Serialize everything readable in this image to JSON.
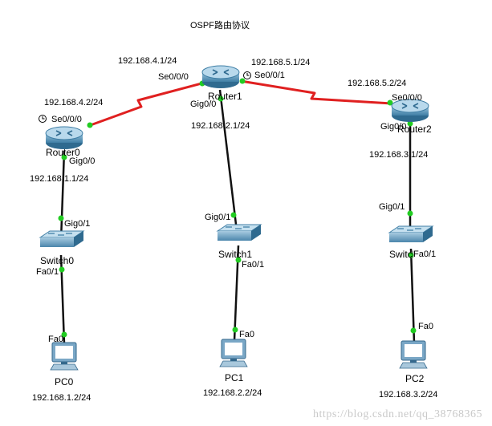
{
  "title": "OSPF路由协议",
  "watermark": "https://blog.csdn.net/qq_38768365",
  "colors": {
    "serial_link": "#e02020",
    "ethernet_link": "#111111",
    "port_up": "#22cc22",
    "router_body": "#4a8bb0",
    "switch_body": "#5b93b8"
  },
  "devices": {
    "router0": {
      "name": "Router0",
      "icon": "router-icon"
    },
    "router1": {
      "name": "Router1",
      "icon": "router-icon"
    },
    "router2": {
      "name": "Router2",
      "icon": "router-icon"
    },
    "switch0": {
      "name": "Switch0",
      "icon": "switch-icon"
    },
    "switch1": {
      "name": "Switch1",
      "icon": "switch-icon"
    },
    "switch2": {
      "name": "Switch2",
      "icon": "switch-icon"
    },
    "pc0": {
      "name": "PC0",
      "ip": "192.168.1.2/24",
      "icon": "pc-icon"
    },
    "pc1": {
      "name": "PC1",
      "ip": "192.168.2.2/24",
      "icon": "pc-icon"
    },
    "pc2": {
      "name": "PC2",
      "ip": "192.168.3.2/24",
      "icon": "pc-icon"
    }
  },
  "links": {
    "r0_r1": {
      "r0_port": "Se0/0/0",
      "r0_ip": "192.168.4.2/24",
      "r1_port": "Se0/0/0",
      "r1_ip": "192.168.4.1/24"
    },
    "r1_r2": {
      "r1_port": "Se0/0/1",
      "r1_ip": "192.168.5.1/24",
      "r2_port": "Se0/0/0",
      "r2_ip": "192.168.5.2/24"
    },
    "r0_sw0": {
      "r0_port": "Gig0/0",
      "r0_ip": "192.168.1.1/24",
      "sw_port": "Gig0/1"
    },
    "r1_sw1": {
      "r1_port": "Gig0/0",
      "r1_ip": "192.168.2.1/24",
      "sw_port": "Gig0/1"
    },
    "r2_sw2": {
      "r2_port": "Gig0/0",
      "r2_ip": "192.168.3.1/24",
      "sw_port": "Gig0/1"
    },
    "sw0_pc0": {
      "sw_port": "Fa0/1",
      "pc_port": "Fa0"
    },
    "sw1_pc1": {
      "sw_port": "Fa0/1",
      "pc_port": "Fa0"
    },
    "sw2_pc2": {
      "sw_port": "Fa0/1",
      "pc_port": "Fa0"
    }
  }
}
